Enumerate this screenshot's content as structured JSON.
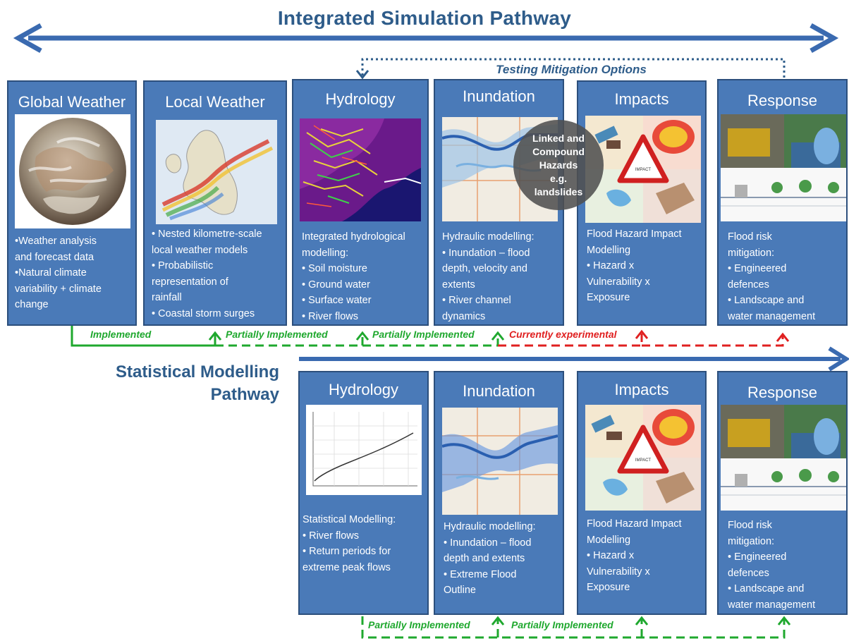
{
  "title": "Integrated Simulation Pathway",
  "testing_label": "Testing Mitigation Options",
  "statistical_title": [
    "Statistical Modelling",
    "Pathway"
  ],
  "hazard_bubble": [
    "Linked and",
    "Compound",
    "Hazards",
    "e.g.",
    "landslides"
  ],
  "colors": {
    "box_fill": "#4a7ab8",
    "box_border": "#2c4f7c",
    "arrow_blue": "#3a6ab0",
    "implemented_green": "#1fa82e",
    "experimental_red": "#e02020",
    "title_blue": "#2e5c8a"
  },
  "integrated": {
    "global_weather": {
      "title": "Global Weather",
      "lines": [
        "•Weather analysis",
        "and forecast data",
        "•Natural climate",
        "variability + climate",
        "change"
      ]
    },
    "local_weather": {
      "title": "Local Weather",
      "lines": [
        "• Nested kilometre-scale",
        "local weather models",
        "• Probabilistic",
        "representation of",
        "rainfall",
        "• Coastal storm surges"
      ]
    },
    "hydrology": {
      "title": "Hydrology",
      "lines": [
        "Integrated hydrological",
        "modelling:",
        "• Soil moisture",
        "• Ground water",
        "• Surface water",
        "• River flows"
      ]
    },
    "inundation": {
      "title": "Inundation",
      "lines": [
        "Hydraulic modelling:",
        "• Inundation – flood",
        "depth, velocity and",
        "extents",
        "• River channel",
        "dynamics"
      ]
    },
    "impacts": {
      "title": "Impacts",
      "lines": [
        "Flood Hazard Impact",
        "Modelling",
        "• Hazard x",
        "Vulnerability x",
        "Exposure"
      ]
    },
    "response": {
      "title": "Response",
      "lines": [
        "Flood risk",
        "mitigation:",
        "• Engineered",
        "defences",
        "• Landscape and",
        "water management"
      ]
    }
  },
  "statistical": {
    "hydrology": {
      "title": "Hydrology",
      "lines": [
        "Statistical Modelling:",
        "• River flows",
        "• Return periods for",
        "extreme peak flows"
      ]
    },
    "inundation": {
      "title": "Inundation",
      "lines": [
        "Hydraulic modelling:",
        "• Inundation – flood",
        "depth and extents",
        "• Extreme Flood",
        "Outline"
      ]
    },
    "impacts": {
      "title": "Impacts",
      "lines": [
        "Flood Hazard Impact",
        "Modelling",
        "• Hazard x",
        "Vulnerability x",
        "Exposure"
      ]
    },
    "response": {
      "title": "Response",
      "lines": [
        "Flood risk",
        "mitigation:",
        "• Engineered",
        "defences",
        "• Landscape and",
        "water management"
      ]
    }
  },
  "status_labels": {
    "implemented": "Implemented",
    "partial_1": "Partially Implemented",
    "partial_2": "Partially Implemented",
    "experimental": "Currently experimental",
    "stat_partial_1": "Partially Implemented",
    "stat_partial_2": "Partially Implemented"
  }
}
